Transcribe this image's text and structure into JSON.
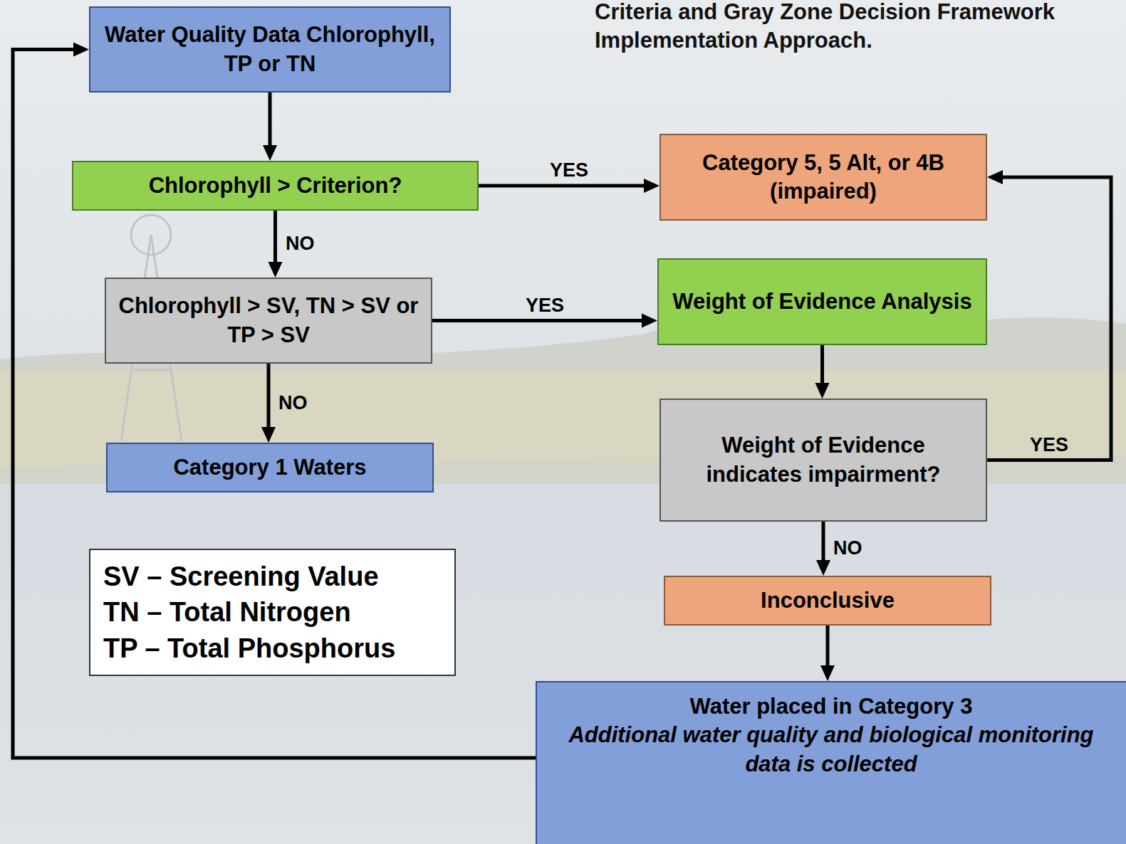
{
  "diagram": {
    "title": "Criteria and Gray Zone Decision Framework Implementation Approach.",
    "nodes": [
      {
        "text": [
          "Water Quality Data Chlorophyll, TP or TN"
        ]
      },
      {
        "text": [
          "Chlorophyll > Criterion?"
        ]
      },
      {
        "text": [
          "Category 5, 5 Alt, or 4B (impaired)"
        ]
      },
      {
        "text": [
          "Chlorophyll > SV, TN > SV or TP > SV"
        ]
      },
      {
        "text": [
          "Weight of Evidence Analysis"
        ]
      },
      {
        "text": [
          "Category 1 Waters"
        ]
      },
      {
        "text": [
          "Weight of Evidence indicates impairment?"
        ]
      },
      {
        "text": [
          "SV – Screening Value",
          "TN – Total Nitrogen",
          "TP – Total Phosphorus"
        ]
      },
      {
        "text": [
          "Inconclusive"
        ]
      },
      {
        "text": [
          "Water placed in Category 3",
          "Additional water quality and biological monitoring data is collected"
        ]
      }
    ],
    "edges": [
      {
        "from": 0,
        "to": 1,
        "arrow": "to"
      },
      {
        "from": 1,
        "to": 2,
        "label": "YES",
        "arrow": "to"
      },
      {
        "from": 1,
        "to": 3,
        "label": "NO",
        "arrow": "to"
      },
      {
        "from": 3,
        "to": 4,
        "label": "YES",
        "arrow": "to"
      },
      {
        "from": 3,
        "to": 5,
        "label": "NO",
        "arrow": "to"
      },
      {
        "from": 4,
        "to": 6,
        "arrow": "to"
      },
      {
        "from": 6,
        "to": 2,
        "label": "YES",
        "arrow": "to"
      },
      {
        "from": 6,
        "to": 8,
        "label": "NO",
        "arrow": "to"
      },
      {
        "from": 8,
        "to": 9,
        "arrow": "to"
      },
      {
        "from": 9,
        "to": 0,
        "arrow": "to"
      }
    ]
  }
}
